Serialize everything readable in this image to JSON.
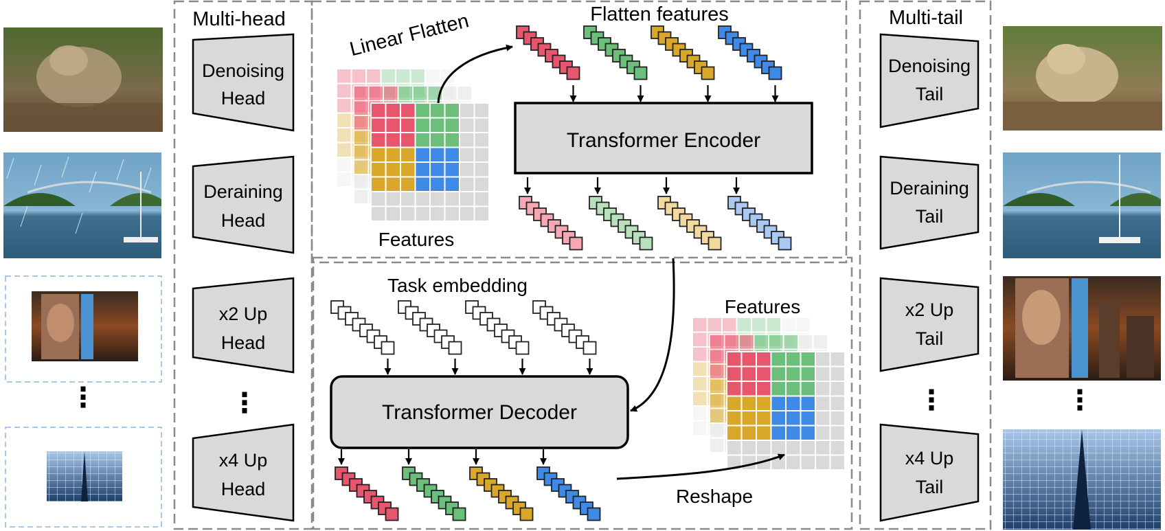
{
  "multi_head": {
    "title": "Multi-head",
    "heads": [
      "Denoising Head",
      "Deraining Head",
      "x2 Up Head",
      "x4 Up Head"
    ],
    "ellipsis": "⋮"
  },
  "multi_tail": {
    "title": "Multi-tail",
    "tails": [
      "Denoising Tail",
      "Deraining Tail",
      "x2 Up Tail",
      "x4 Up Tail"
    ],
    "ellipsis": "⋮"
  },
  "encoder_section": {
    "linear_flatten": "Linear Flatten",
    "flatten_features": "Flatten features",
    "features": "Features",
    "encoder": "Transformer Encoder"
  },
  "decoder_section": {
    "task_embedding": "Task embedding",
    "decoder": "Transformer Decoder",
    "features": "Features",
    "reshape": "Reshape"
  },
  "colors": {
    "red": "#e8566e",
    "green": "#6cbf7a",
    "gold": "#d9a82a",
    "blue": "#3f8ae6",
    "red_light": "#f5a8b4",
    "green_light": "#b8e0bd",
    "gold_light": "#f2d9a0",
    "blue_light": "#a9c9f2",
    "box_fill": "#d9d9d9",
    "dash": "#8a8a8a",
    "image_dash": "#a9c8e8"
  }
}
